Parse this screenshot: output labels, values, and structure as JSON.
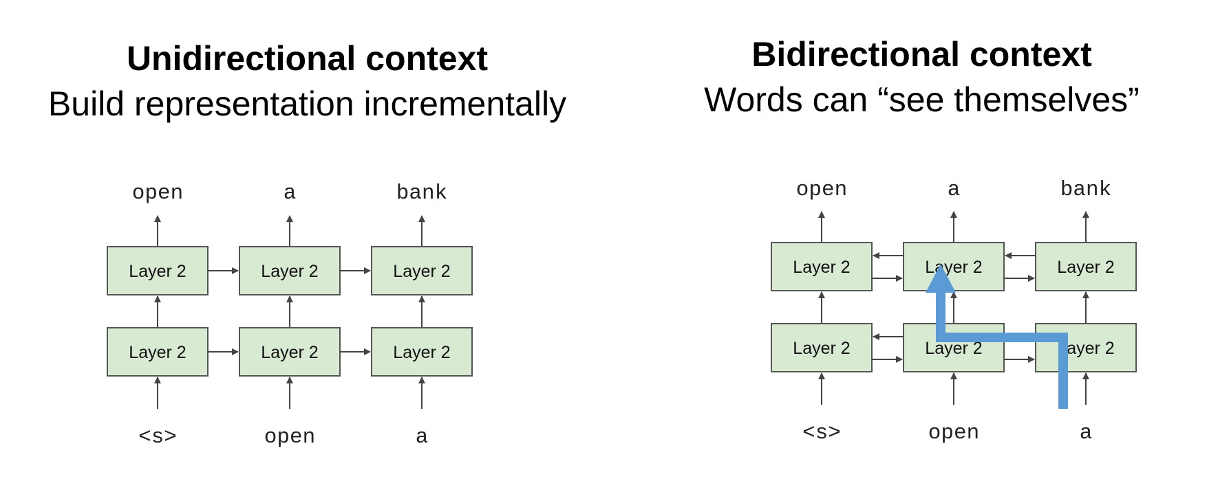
{
  "left": {
    "title": "Unidirectional context",
    "subtitle": "Build representation incrementally",
    "layer_label": "Layer 2",
    "outputs": [
      "open",
      "a",
      "bank"
    ],
    "inputs": [
      "<s>",
      "open",
      "a"
    ]
  },
  "right": {
    "title": "Bidirectional context",
    "subtitle": "Words can “see themselves”",
    "layer_label": "Layer 2",
    "outputs": [
      "open",
      "a",
      "bank"
    ],
    "inputs": [
      "<s>",
      "open",
      "a"
    ]
  },
  "colors": {
    "box_fill": "#d9ead3",
    "box_stroke": "#555555",
    "arrow": "#444444",
    "highlight_path": "#5b9bd5"
  }
}
